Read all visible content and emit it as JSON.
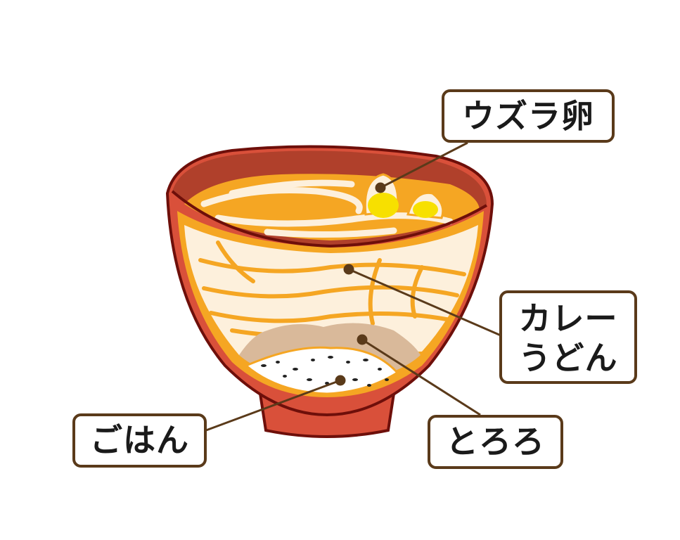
{
  "labels": {
    "quail_egg": "ウズラ卵",
    "curry_udon_line1": "カレー",
    "curry_udon_line2": "うどん",
    "rice": "ごはん",
    "tororo": "とろろ"
  },
  "colors": {
    "bowl": "#d9503a",
    "bowl_inner": "#b0402b",
    "bowl_outline": "#6e0f0a",
    "broth": "#f5a623",
    "noodle": "#fdf0dc",
    "egg_yolk": "#f7e000",
    "tororo": "#d9b99a",
    "leader": "#5a3a1a"
  }
}
